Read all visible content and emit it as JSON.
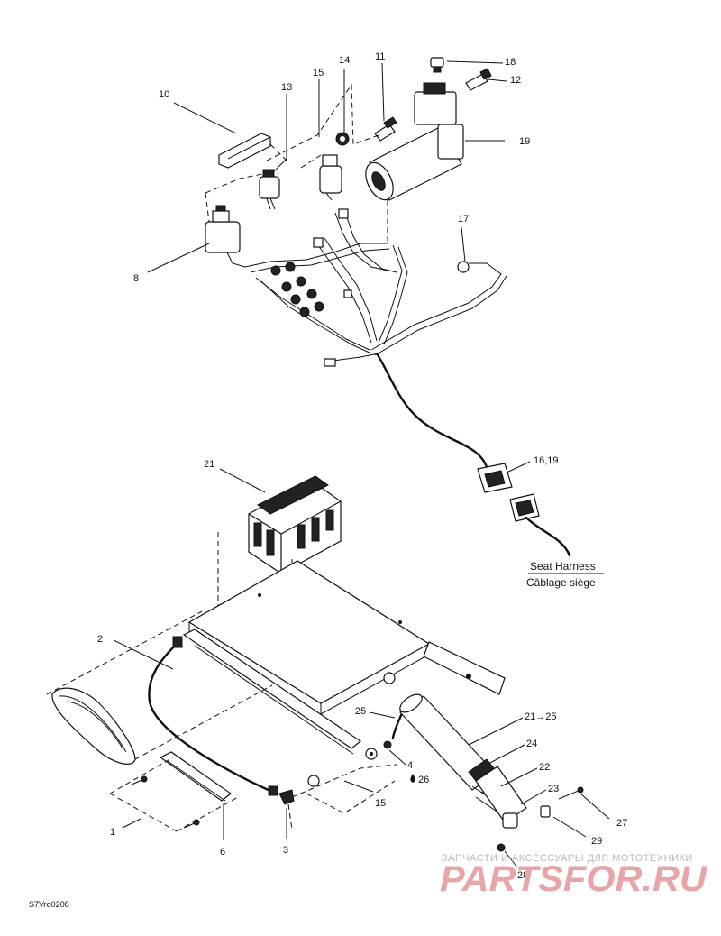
{
  "callouts": {
    "c1": "1",
    "c2": "2",
    "c3": "3",
    "c4": "4",
    "c6": "6",
    "c8": "8",
    "c10": "10",
    "c11": "11",
    "c12": "12",
    "c13": "13",
    "c14": "14",
    "c15a": "15",
    "c15b": "15",
    "c16_19": "16,19",
    "c17": "17",
    "c18": "18",
    "c19": "19",
    "c21": "21",
    "c21_25": "21→25",
    "c22": "22",
    "c23": "23",
    "c24": "24",
    "c25": "25",
    "c26": "26",
    "c27": "27",
    "c28": "28",
    "c29": "29"
  },
  "harness_label": {
    "english": "Seat Harness",
    "french": "Câblage siège"
  },
  "watermark": {
    "tagline": "ЗАПЧАСТИ И АКСЕССУАРЫ ДЛЯ МОТОТЕХНИКИ",
    "brand": "PARTSFOR.RU"
  },
  "drawing_ref": "S7Vro0208",
  "colors": {
    "line": "#111111",
    "watermark": "#e8a5a8",
    "background": "#ffffff"
  }
}
